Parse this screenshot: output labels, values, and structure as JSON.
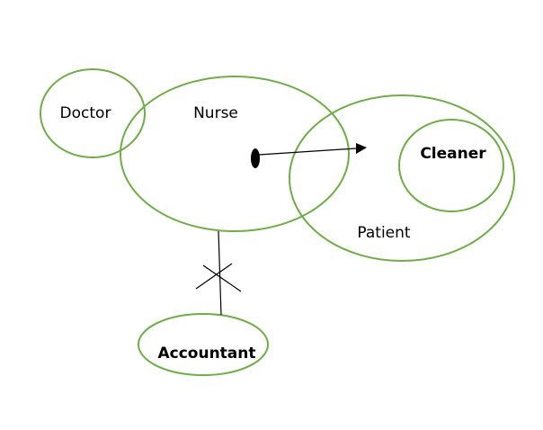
{
  "diagram": {
    "colors": {
      "ellipse_stroke": "#70ad47",
      "line": "#000000",
      "background": "#ffffff"
    },
    "nodes": {
      "doctor": {
        "label": "Doctor"
      },
      "nurse": {
        "label": "Nurse"
      },
      "patient": {
        "label": "Patient"
      },
      "cleaner": {
        "label": "Cleaner"
      },
      "accountant": {
        "label": "Accountant"
      }
    },
    "edges": [
      {
        "from": "nurse",
        "to": "patient",
        "type": "arrow"
      },
      {
        "from": "nurse",
        "to": "accountant",
        "type": "crossed-line"
      }
    ]
  }
}
